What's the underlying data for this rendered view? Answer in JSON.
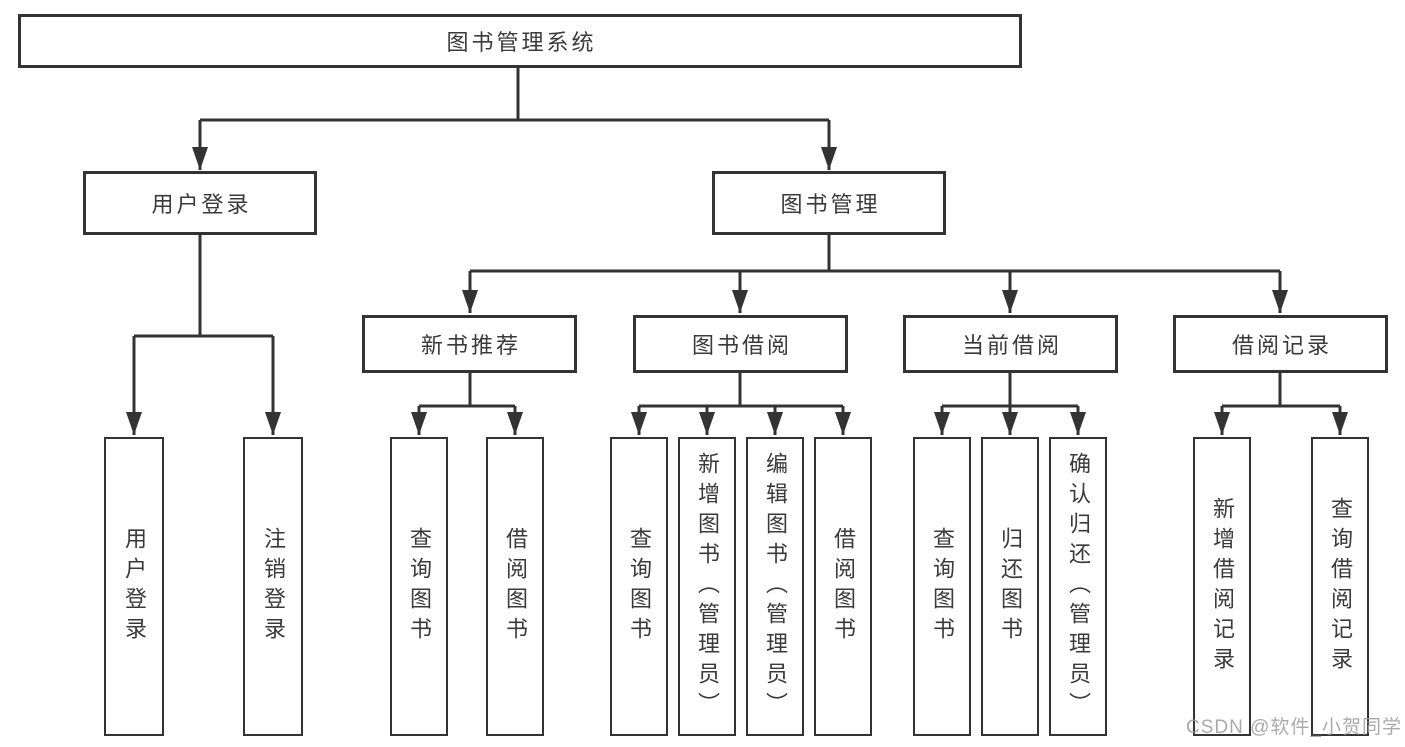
{
  "diagram": {
    "root": {
      "label": "图书管理系统"
    },
    "branches": [
      {
        "label": "用户登录",
        "children": [
          {
            "label": "用户登录"
          },
          {
            "label": "注销登录"
          }
        ]
      },
      {
        "label": "图书管理",
        "children": [
          {
            "label": "新书推荐",
            "children": [
              {
                "label": "查询图书"
              },
              {
                "label": "借阅图书"
              }
            ]
          },
          {
            "label": "图书借阅",
            "children": [
              {
                "label": "查询图书"
              },
              {
                "label": "新增图书（管理员）"
              },
              {
                "label": "编辑图书（管理员）"
              },
              {
                "label": "借阅图书"
              }
            ]
          },
          {
            "label": "当前借阅",
            "children": [
              {
                "label": "查询图书"
              },
              {
                "label": "归还图书"
              },
              {
                "label": "确认归还（管理员）"
              }
            ]
          },
          {
            "label": "借阅记录",
            "children": [
              {
                "label": "新增借阅记录"
              },
              {
                "label": "查询借阅记录"
              }
            ]
          }
        ]
      }
    ]
  },
  "watermark": {
    "text": "CSDN @软件_小贺同学"
  },
  "colors": {
    "line": "#333333",
    "text": "#3a3a3a",
    "box_background": "#ffffff",
    "watermark": "#9c9c9c",
    "background": "#ffffff"
  }
}
